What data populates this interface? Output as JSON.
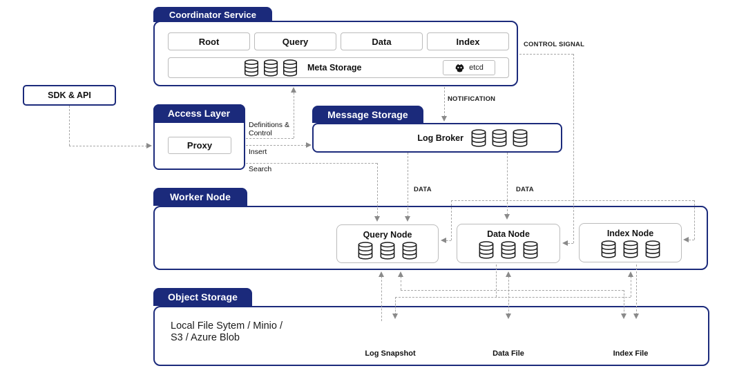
{
  "nodes": {
    "sdk_api": {
      "label": "SDK & API"
    },
    "coordinator": {
      "title": "Coordinator Service",
      "services": [
        {
          "label": "Root"
        },
        {
          "label": "Query"
        },
        {
          "label": "Data"
        },
        {
          "label": "Index"
        }
      ],
      "meta_storage": {
        "label": "Meta Storage",
        "etcd": "etcd"
      }
    },
    "access_layer": {
      "title": "Access Layer",
      "proxy": "Proxy"
    },
    "message_storage": {
      "title": "Message Storage",
      "log_broker": "Log Broker"
    },
    "worker": {
      "title": "Worker Node",
      "nodes": [
        {
          "label": "Query Node"
        },
        {
          "label": "Data Node"
        },
        {
          "label": "Index Node"
        }
      ]
    },
    "object_storage": {
      "title": "Object Storage",
      "backends_line1": "Local File Sytem / Minio /",
      "backends_line2": "S3 / Azure Blob",
      "files": [
        {
          "label": "Log Snapshot"
        },
        {
          "label": "Data File"
        },
        {
          "label": "Index File"
        }
      ]
    }
  },
  "edges": {
    "control_signal": "CONTROL SIGNAL",
    "notification": "NOTIFICATION",
    "data_left": "DATA",
    "data_right": "DATA",
    "definitions_line1": "Definitions &",
    "definitions_line2": "Control",
    "insert": "Insert",
    "search": "Search"
  },
  "colors": {
    "navy": "#1b2a7b",
    "line_gray": "#a6a6a6",
    "arrow_gray": "#8a8a8a",
    "box_border_gray": "#bbbbbb"
  }
}
